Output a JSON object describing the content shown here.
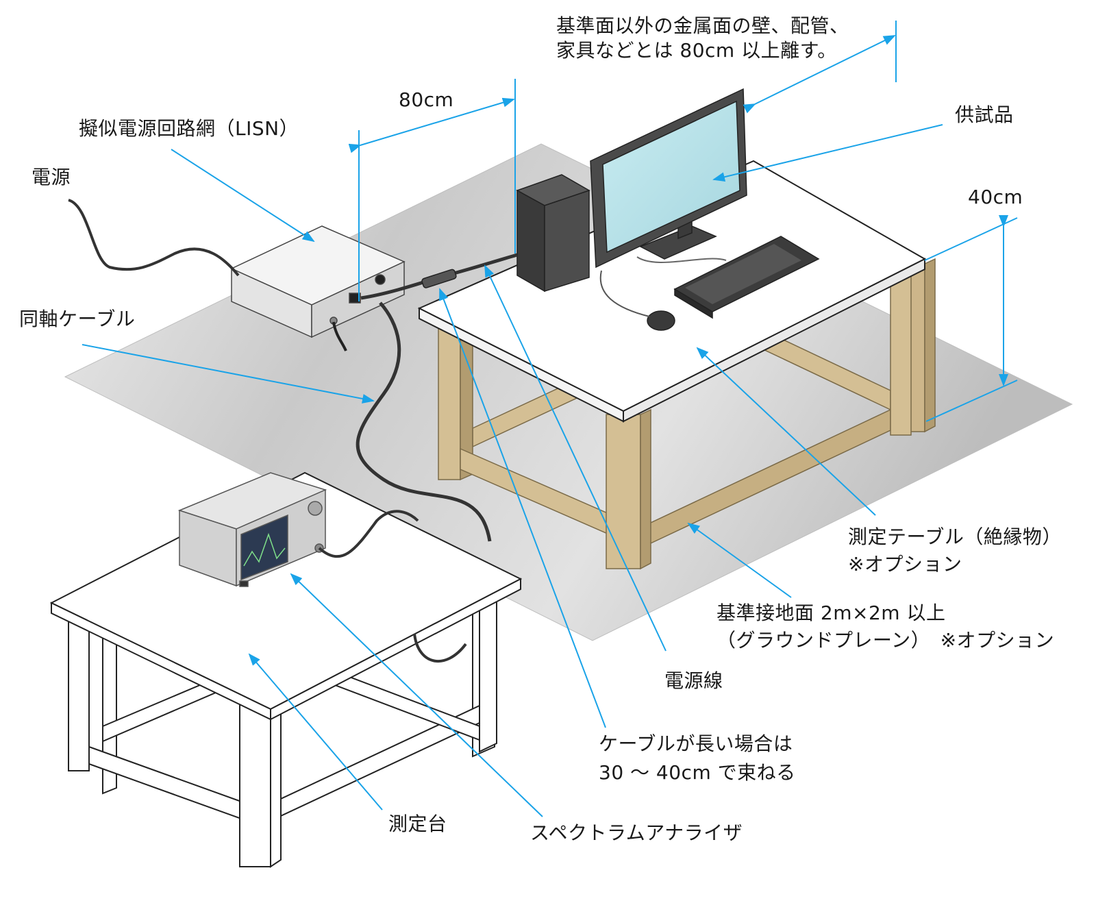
{
  "labels": {
    "metal_surface_line1": "基準面以外の金属面の壁、配管、",
    "metal_surface_line2": "家具などとは 80cm 以上離す。",
    "distance_80cm": "80cm",
    "lisn": "擬似電源回路網（LISN）",
    "power_source": "電源",
    "eut": "供試品",
    "height_40cm": "40cm",
    "coax_cable": "同軸ケーブル",
    "measurement_table_line1": "測定テーブル（絶縁物）",
    "measurement_table_line2": "※オプション",
    "ground_plane_line1": "基準接地面 2m×2m 以上",
    "ground_plane_line2": "（グラウンドプレーン）　※オプション",
    "power_line": "電源線",
    "long_cable_line1": "ケーブルが長い場合は",
    "long_cable_line2": "30 ～ 40cm で束ねる",
    "measurement_stand": "測定台",
    "spectrum_analyzer": "スペクトラムアナライザ"
  },
  "colors": {
    "leader": "#1aa3e8",
    "ground_plane": "#d9d9d9",
    "wood": "#cfb98c",
    "wood_edge": "#8a7550",
    "screen": "#b6dfe6",
    "monitor": "#4a4a4a"
  }
}
